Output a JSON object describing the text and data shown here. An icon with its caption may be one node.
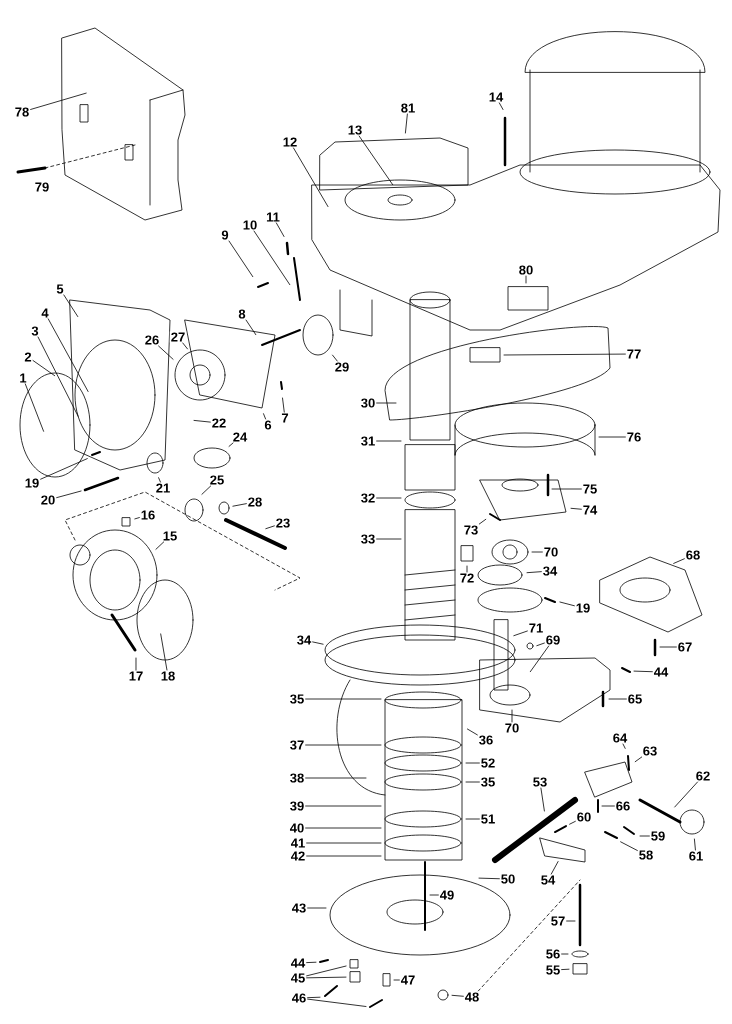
{
  "diagram": {
    "nodes": [
      {
        "text": [
          "78"
        ]
      },
      {
        "text": [
          "79"
        ]
      },
      {
        "text": [
          "14"
        ]
      },
      {
        "text": [
          "81"
        ]
      },
      {
        "text": [
          "13"
        ]
      },
      {
        "text": [
          "12"
        ]
      },
      {
        "text": [
          "11"
        ]
      },
      {
        "text": [
          "10"
        ]
      },
      {
        "text": [
          "9"
        ]
      },
      {
        "text": [
          "80"
        ]
      },
      {
        "text": [
          "5"
        ]
      },
      {
        "text": [
          "8"
        ]
      },
      {
        "text": [
          "4"
        ]
      },
      {
        "text": [
          "27"
        ]
      },
      {
        "text": [
          "26"
        ]
      },
      {
        "text": [
          "3"
        ]
      },
      {
        "text": [
          "77"
        ]
      },
      {
        "text": [
          "2"
        ]
      },
      {
        "text": [
          "29"
        ]
      },
      {
        "text": [
          "1"
        ]
      },
      {
        "text": [
          "30"
        ]
      },
      {
        "text": [
          "7"
        ]
      },
      {
        "text": [
          "6"
        ]
      },
      {
        "text": [
          "22"
        ]
      },
      {
        "text": [
          "76"
        ]
      },
      {
        "text": [
          "24"
        ]
      },
      {
        "text": [
          "31"
        ]
      },
      {
        "text": [
          "25"
        ]
      },
      {
        "text": [
          "19"
        ]
      },
      {
        "text": [
          "21"
        ]
      },
      {
        "text": [
          "75"
        ]
      },
      {
        "text": [
          "32"
        ]
      },
      {
        "text": [
          "20"
        ]
      },
      {
        "text": [
          "28"
        ]
      },
      {
        "text": [
          "74"
        ]
      },
      {
        "text": [
          "16"
        ]
      },
      {
        "text": [
          "23"
        ]
      },
      {
        "text": [
          "73"
        ]
      },
      {
        "text": [
          "15"
        ]
      },
      {
        "text": [
          "33"
        ]
      },
      {
        "text": [
          "70"
        ]
      },
      {
        "text": [
          "68"
        ]
      },
      {
        "text": [
          "34"
        ]
      },
      {
        "text": [
          "72"
        ]
      },
      {
        "text": [
          "19"
        ]
      },
      {
        "text": [
          "34"
        ]
      },
      {
        "text": [
          "71"
        ]
      },
      {
        "text": [
          "69"
        ]
      },
      {
        "text": [
          "67"
        ]
      },
      {
        "text": [
          "44"
        ]
      },
      {
        "text": [
          "17"
        ]
      },
      {
        "text": [
          "18"
        ]
      },
      {
        "text": [
          "35"
        ]
      },
      {
        "text": [
          "65"
        ]
      },
      {
        "text": [
          "70"
        ]
      },
      {
        "text": [
          "64"
        ]
      },
      {
        "text": [
          "36"
        ]
      },
      {
        "text": [
          "37"
        ]
      },
      {
        "text": [
          "63"
        ]
      },
      {
        "text": [
          "52"
        ]
      },
      {
        "text": [
          "62"
        ]
      },
      {
        "text": [
          "38"
        ]
      },
      {
        "text": [
          "35"
        ]
      },
      {
        "text": [
          "53"
        ]
      },
      {
        "text": [
          "66"
        ]
      },
      {
        "text": [
          "39"
        ]
      },
      {
        "text": [
          "60"
        ]
      },
      {
        "text": [
          "51"
        ]
      },
      {
        "text": [
          "40"
        ]
      },
      {
        "text": [
          "59"
        ]
      },
      {
        "text": [
          "41"
        ]
      },
      {
        "text": [
          "58"
        ]
      },
      {
        "text": [
          "61"
        ]
      },
      {
        "text": [
          "42"
        ]
      },
      {
        "text": [
          "50"
        ]
      },
      {
        "text": [
          "54"
        ]
      },
      {
        "text": [
          "49"
        ]
      },
      {
        "text": [
          "43"
        ]
      },
      {
        "text": [
          "57"
        ]
      },
      {
        "text": [
          "56"
        ]
      },
      {
        "text": [
          "44"
        ]
      },
      {
        "text": [
          "55"
        ]
      },
      {
        "text": [
          "45"
        ]
      },
      {
        "text": [
          "47"
        ]
      },
      {
        "text": [
          "48"
        ]
      },
      {
        "text": [
          "46"
        ]
      }
    ],
    "edges": [
      {
        "from": 0,
        "to": null,
        "arrow": "none"
      },
      {
        "from": 2,
        "to": null,
        "arrow": "none"
      },
      {
        "from": 3,
        "to": null,
        "arrow": "none"
      },
      {
        "from": 4,
        "to": null,
        "arrow": "none"
      },
      {
        "from": 5,
        "to": null,
        "arrow": "none"
      },
      {
        "from": 6,
        "to": null,
        "arrow": "none"
      },
      {
        "from": 7,
        "to": null,
        "arrow": "none"
      },
      {
        "from": 8,
        "to": null,
        "arrow": "none"
      },
      {
        "from": 9,
        "to": null,
        "arrow": "none"
      },
      {
        "from": 10,
        "to": null,
        "arrow": "none"
      },
      {
        "from": 11,
        "to": null,
        "arrow": "none"
      },
      {
        "from": 12,
        "to": null,
        "arrow": "none"
      },
      {
        "from": 13,
        "to": null,
        "arrow": "none"
      },
      {
        "from": 14,
        "to": null,
        "arrow": "none"
      },
      {
        "from": 15,
        "to": null,
        "arrow": "none"
      },
      {
        "from": 16,
        "to": null,
        "arrow": "none"
      },
      {
        "from": 17,
        "to": null,
        "arrow": "none"
      },
      {
        "from": 18,
        "to": null,
        "arrow": "none"
      },
      {
        "from": 19,
        "to": null,
        "arrow": "none"
      },
      {
        "from": 20,
        "to": null,
        "arrow": "none"
      },
      {
        "from": 21,
        "to": null,
        "arrow": "none"
      },
      {
        "from": 22,
        "to": null,
        "arrow": "none"
      },
      {
        "from": 23,
        "to": null,
        "arrow": "none"
      },
      {
        "from": 24,
        "to": null,
        "arrow": "none"
      },
      {
        "from": 25,
        "to": null,
        "arrow": "none"
      },
      {
        "from": 26,
        "to": null,
        "arrow": "none"
      },
      {
        "from": 27,
        "to": null,
        "arrow": "none"
      },
      {
        "from": 28,
        "to": null,
        "arrow": "none"
      },
      {
        "from": 29,
        "to": null,
        "arrow": "none"
      },
      {
        "from": 30,
        "to": null,
        "arrow": "none"
      },
      {
        "from": 31,
        "to": null,
        "arrow": "none"
      },
      {
        "from": 32,
        "to": null,
        "arrow": "none"
      },
      {
        "from": 33,
        "to": null,
        "arrow": "none"
      },
      {
        "from": 34,
        "to": null,
        "arrow": "none"
      },
      {
        "from": 35,
        "to": null,
        "arrow": "none"
      },
      {
        "from": 36,
        "to": null,
        "arrow": "none"
      },
      {
        "from": 37,
        "to": null,
        "arrow": "none"
      },
      {
        "from": 38,
        "to": null,
        "arrow": "none"
      },
      {
        "from": 39,
        "to": null,
        "arrow": "none"
      },
      {
        "from": 40,
        "to": null,
        "arrow": "none"
      },
      {
        "from": 41,
        "to": null,
        "arrow": "none"
      },
      {
        "from": 42,
        "to": null,
        "arrow": "none"
      },
      {
        "from": 43,
        "to": null,
        "arrow": "none"
      },
      {
        "from": 44,
        "to": null,
        "arrow": "none"
      },
      {
        "from": 45,
        "to": null,
        "arrow": "none"
      },
      {
        "from": 46,
        "to": null,
        "arrow": "none"
      },
      {
        "from": 47,
        "to": null,
        "arrow": "none"
      },
      {
        "from": 47,
        "to": null,
        "arrow": "none"
      },
      {
        "from": 48,
        "to": null,
        "arrow": "none"
      },
      {
        "from": 49,
        "to": null,
        "arrow": "none"
      },
      {
        "from": 50,
        "to": null,
        "arrow": "none"
      },
      {
        "from": 51,
        "to": null,
        "arrow": "none"
      },
      {
        "from": 52,
        "to": null,
        "arrow": "none"
      },
      {
        "from": 53,
        "to": null,
        "arrow": "none"
      },
      {
        "from": 54,
        "to": null,
        "arrow": "none"
      },
      {
        "from": 55,
        "to": null,
        "arrow": "none"
      },
      {
        "from": 56,
        "to": null,
        "arrow": "none"
      },
      {
        "from": 57,
        "to": null,
        "arrow": "none"
      },
      {
        "from": 58,
        "to": null,
        "arrow": "none"
      },
      {
        "from": 59,
        "to": null,
        "arrow": "none"
      },
      {
        "from": 60,
        "to": null,
        "arrow": "none"
      },
      {
        "from": 61,
        "to": null,
        "arrow": "none"
      },
      {
        "from": 62,
        "to": null,
        "arrow": "none"
      },
      {
        "from": 63,
        "to": null,
        "arrow": "none"
      },
      {
        "from": 64,
        "to": null,
        "arrow": "none"
      },
      {
        "from": 65,
        "to": null,
        "arrow": "none"
      },
      {
        "from": 66,
        "to": null,
        "arrow": "none"
      },
      {
        "from": 67,
        "to": null,
        "arrow": "none"
      },
      {
        "from": 68,
        "to": null,
        "arrow": "none"
      },
      {
        "from": 69,
        "to": null,
        "arrow": "none"
      },
      {
        "from": 70,
        "to": null,
        "arrow": "none"
      },
      {
        "from": 71,
        "to": null,
        "arrow": "none"
      },
      {
        "from": 72,
        "to": null,
        "arrow": "none"
      },
      {
        "from": 73,
        "to": null,
        "arrow": "none"
      },
      {
        "from": 74,
        "to": null,
        "arrow": "none"
      },
      {
        "from": 75,
        "to": null,
        "arrow": "none"
      },
      {
        "from": 76,
        "to": null,
        "arrow": "none"
      },
      {
        "from": 77,
        "to": null,
        "arrow": "none"
      },
      {
        "from": 78,
        "to": null,
        "arrow": "none"
      },
      {
        "from": 79,
        "to": null,
        "arrow": "none"
      },
      {
        "from": 80,
        "to": null,
        "arrow": "none"
      },
      {
        "from": 81,
        "to": null,
        "arrow": "none"
      },
      {
        "from": 82,
        "to": null,
        "arrow": "none"
      },
      {
        "from": 82,
        "to": null,
        "arrow": "none"
      },
      {
        "from": 83,
        "to": null,
        "arrow": "none"
      },
      {
        "from": 84,
        "to": null,
        "arrow": "none"
      },
      {
        "from": 85,
        "to": null,
        "arrow": "none"
      },
      {
        "from": 85,
        "to": null,
        "arrow": "none"
      }
    ]
  }
}
